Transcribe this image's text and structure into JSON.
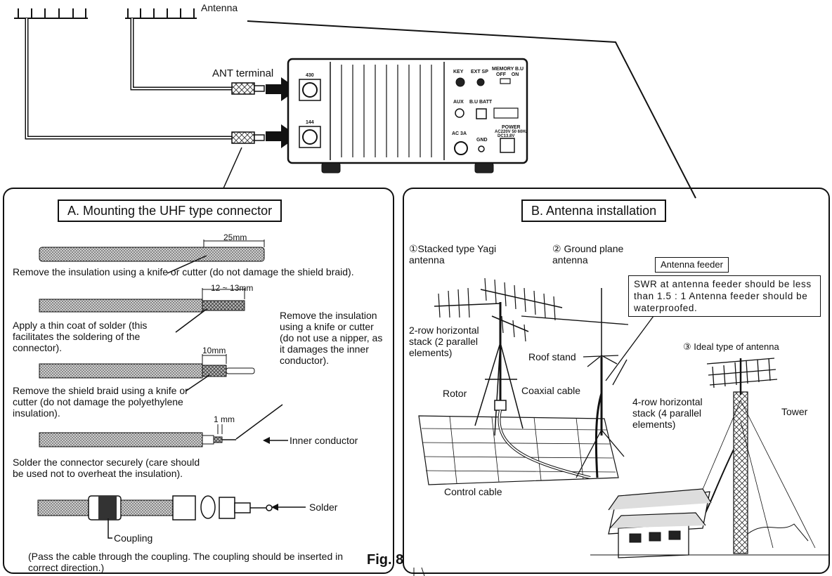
{
  "top": {
    "antenna_label": "Antenna",
    "ant_terminal_label": "ANT terminal",
    "panel": {
      "port_upper": "430",
      "port_lower": "144",
      "key": "KEY",
      "ext_sp": "EXT SP",
      "memory_bu": "MEMORY B.U",
      "off_on": "OFF    ON",
      "aux": "AUX",
      "bu_batt": "B.U BATT",
      "ac3a": "AC 3A",
      "gnd": "GND",
      "power": "POWER",
      "power_spec_1": "AC220V 50  60Hz",
      "power_spec_2": "DC13.8V"
    }
  },
  "section_a": {
    "title": "A.  Mounting the UHF type connector",
    "dim_25": "25mm",
    "dim_12_13": "12 ~ 13mm",
    "dim_10": "10mm",
    "dim_1": "1 mm",
    "step1": "Remove the insulation using a knife or cutter (do not damage the shield braid).",
    "step2": "Apply a thin coat of solder (this facilitates the soldering of the connector).",
    "step3": "Remove the shield braid using a knife or cutter (do not damage the polyethylene insulation).",
    "step3_note": "Remove the insulation using a knife or cutter (do not use a nipper, as it damages the inner conductor).",
    "inner_conductor": "Inner conductor",
    "step4": "Solder the connector securely (care should be used not to overheat the insulation).",
    "solder": "Solder",
    "coupling": "Coupling",
    "step5": "(Pass the cable through the coupling.  The coupling should be inserted in correct direction.)"
  },
  "section_b": {
    "title": "B.  Antenna installation",
    "stacked_yagi": "①Stacked type Yagi antenna",
    "ground_plane": "② Ground plane antenna",
    "antenna_feeder": "Antenna feeder",
    "swr_note": "SWR at antenna feeder should be less than 1.5 : 1 Antenna feeder should be waterproofed.",
    "two_row": "2-row horizontal stack (2 parallel elements)",
    "ideal": "③ Ideal type of antenna",
    "roof_stand": "Roof stand",
    "rotor": "Rotor",
    "coaxial_cable": "Coaxial cable",
    "four_row": "4-row horizontal stack (4 parallel elements)",
    "tower": "Tower",
    "control_cable": "Control cable"
  },
  "figure_label": "Fig. 8"
}
